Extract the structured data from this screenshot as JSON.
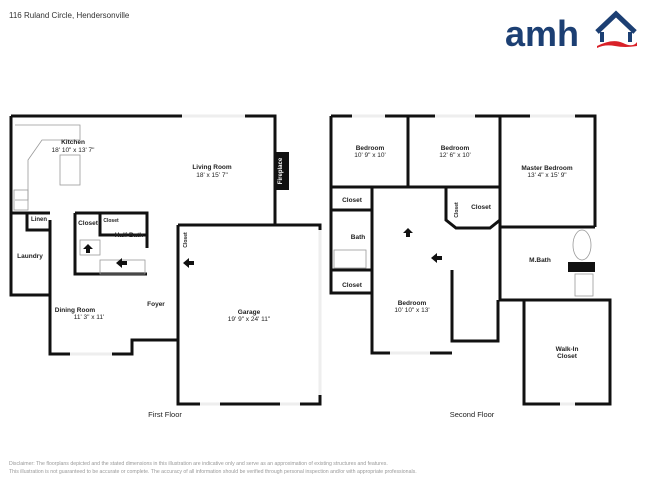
{
  "header": {
    "address": "116 Ruland Circle, Hendersonville",
    "logo_text": "amh",
    "brand_colors": {
      "navy": "#1c3f73",
      "red": "#d92128"
    }
  },
  "first_floor": {
    "caption": "First Floor",
    "rooms": {
      "kitchen": {
        "name": "Kitchen",
        "dims": "18' 10\" x 13' 7\""
      },
      "living": {
        "name": "Living Room",
        "dims": "18' x 15' 7\""
      },
      "fireplace": {
        "name": "Fireplace"
      },
      "linen": {
        "name": "Linen"
      },
      "laundry": {
        "name": "Laundry"
      },
      "closet1": {
        "name": "Closet"
      },
      "closet2": {
        "name": "Closet"
      },
      "half_bath": {
        "name": "Half Bath"
      },
      "closet3": {
        "name": "Closet"
      },
      "dining": {
        "name": "Dining Room",
        "dims": "11' 3\" x 11'"
      },
      "foyer": {
        "name": "Foyer"
      },
      "garage": {
        "name": "Garage",
        "dims": "19' 9\" x 24' 11\""
      }
    }
  },
  "second_floor": {
    "caption": "Second Floor",
    "rooms": {
      "bed1": {
        "name": "Bedroom",
        "dims": "10' 9\" x 10'"
      },
      "bed2": {
        "name": "Bedroom",
        "dims": "12' 6\" x 10'"
      },
      "master": {
        "name": "Master Bedroom",
        "dims": "13' 4\" x 15' 9\""
      },
      "closet_a": {
        "name": "Closet"
      },
      "closet_b": {
        "name": "Closet"
      },
      "closet_c": {
        "name": "Closet"
      },
      "closet_d": {
        "name": "Closet"
      },
      "bath": {
        "name": "Bath"
      },
      "mbath": {
        "name": "M.Bath"
      },
      "bed3": {
        "name": "Bedroom",
        "dims": "10' 10\" x 13'"
      },
      "walkin": {
        "name": "Walk-In Closet",
        "line1": "Walk-In",
        "line2": "Closet"
      }
    }
  },
  "disclaimer": {
    "line1": "Disclaimer: The floorplans depicted and the stated dimensions in this illustration are indicative only and serve as an approximation of existing structures and features.",
    "line2": "This illustration is not guaranteed to be accurate or complete. The accuracy of all information should be verified through personal inspection and/or with appropriate professionals."
  }
}
